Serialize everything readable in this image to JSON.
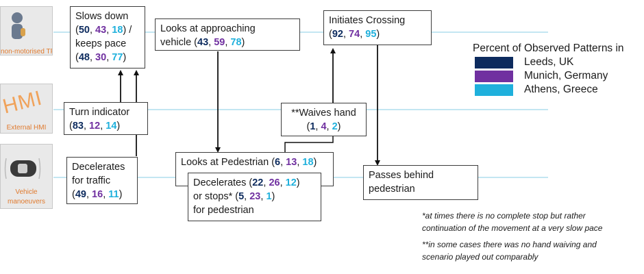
{
  "lanes": [
    {
      "id": "tp",
      "label": "non-motorised TP",
      "icon": "pedestrian-icon"
    },
    {
      "id": "hmi",
      "label": "External HMI",
      "icon": "hmi-icon",
      "icon_text": "HMI"
    },
    {
      "id": "veh",
      "label_line1": "Vehicle",
      "label_line2": "manoeuvers",
      "icon": "car-icon"
    }
  ],
  "boxes": {
    "slows": {
      "l1": "Slows down",
      "v1": [
        "50",
        "43",
        "18"
      ],
      "tail": " /",
      "l3": "keeps pace",
      "v2": [
        "48",
        "30",
        "77"
      ]
    },
    "looks_veh": {
      "l1": "Looks at approaching",
      "l2": "vehicle",
      "v": [
        "43",
        "59",
        "78"
      ]
    },
    "initiates": {
      "l1": "Initiates Crossing",
      "v": [
        "92",
        "74",
        "95"
      ]
    },
    "turn": {
      "l1": "Turn indicator",
      "v": [
        "83",
        "12",
        "14"
      ]
    },
    "waives": {
      "l1": "**Waives hand",
      "v": [
        "1",
        "4",
        "2"
      ]
    },
    "decel_traffic": {
      "l1": "Decelerates",
      "l2": "for traffic",
      "v": [
        "49",
        "16",
        "11"
      ]
    },
    "looks_ped": {
      "l1": "Looks at Pedestrian",
      "v": [
        "6",
        "13",
        "18"
      ]
    },
    "decel_ped": {
      "l1": "Decelerates",
      "v1": [
        "22",
        "26",
        "12"
      ],
      "l2": "or stops*",
      "v2": [
        "5",
        "23",
        "1"
      ],
      "l3": "for pedestrian"
    },
    "passes": {
      "l1": "Passes behind",
      "l2": "pedestrian"
    }
  },
  "legend": {
    "title": "Percent of Observed Patterns in",
    "items": [
      {
        "label": "Leeds, UK",
        "color": "#0d2b5e"
      },
      {
        "label": "Munich, Germany",
        "color": "#7030a0"
      },
      {
        "label": "Athens, Greece",
        "color": "#1fb0dc"
      }
    ]
  },
  "notes": {
    "n1_line1": "*at times there is no complete stop but rather",
    "n1_line2": "continuation of the movement at a very slow pace",
    "n2_line1": "**in some cases there was no hand waiving and",
    "n2_line2": "scenario played out comparably"
  },
  "colors": {
    "lane_line": "#9fd6ea",
    "arrow": "#111111"
  }
}
